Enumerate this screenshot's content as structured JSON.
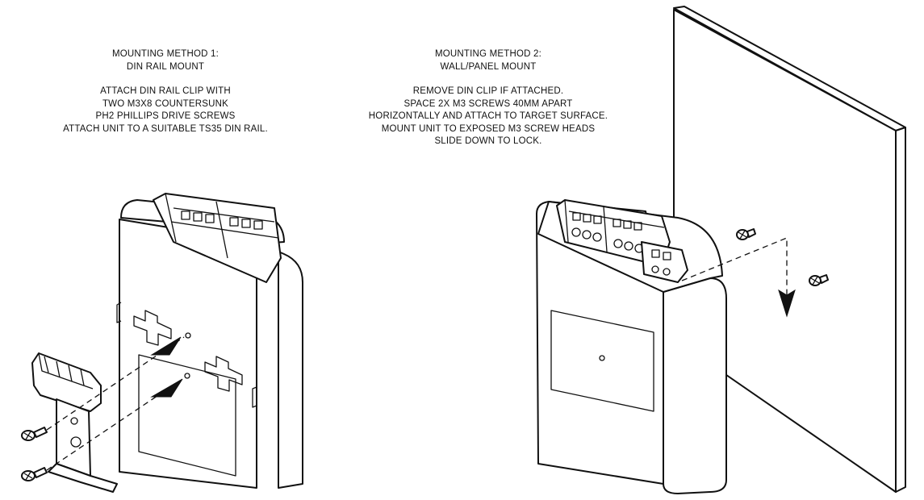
{
  "method1": {
    "title": "MOUNTING METHOD 1:",
    "subtitle": "DIN RAIL MOUNT",
    "lines": [
      "ATTACH DIN RAIL CLIP WITH",
      "TWO M3X8 COUNTERSUNK",
      "PH2 PHILLIPS DRIVE SCREWS",
      "ATTACH UNIT TO A SUITABLE TS35 DIN RAIL."
    ]
  },
  "method2": {
    "title": "MOUNTING METHOD 2:",
    "subtitle": "WALL/PANEL MOUNT",
    "lines": [
      "REMOVE DIN CLIP IF ATTACHED.",
      "SPACE 2X M3 SCREWS 40MM APART",
      "HORIZONTALLY AND ATTACH TO TARGET SURFACE.",
      "MOUNT UNIT TO EXPOSED M3 SCREW HEADS",
      "SLIDE DOWN TO LOCK."
    ]
  },
  "colors": {
    "line": "#111111",
    "background": "#ffffff"
  }
}
